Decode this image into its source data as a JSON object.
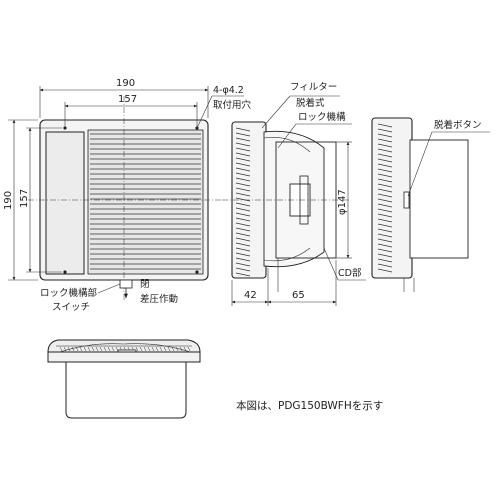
{
  "front_view": {
    "dim_width_outer": "190",
    "dim_width_inner": "157",
    "dim_height_outer": "190",
    "dim_height_inner": "157",
    "hole_spec": "4-φ4.2",
    "hole_label": "取付用穴",
    "switch_label_line1": "ロック機構部",
    "switch_label_line2": "スイッチ",
    "switch_state_line1": "閉",
    "switch_state_line2": "差圧作動"
  },
  "section_view": {
    "filter_label_line1": "フィルター",
    "filter_label_line2": "脱着式",
    "lock_label": "ロック機構",
    "diameter": "φ147",
    "cd_label": "CD部",
    "dim_depth_front": "42",
    "dim_depth_rear": "65"
  },
  "side_view": {
    "release_button_label": "脱着ボタン"
  },
  "footer": {
    "note": "本図は、PDG150BWFHを示す"
  },
  "colors": {
    "line": "#222222",
    "fill": "#ececec"
  }
}
